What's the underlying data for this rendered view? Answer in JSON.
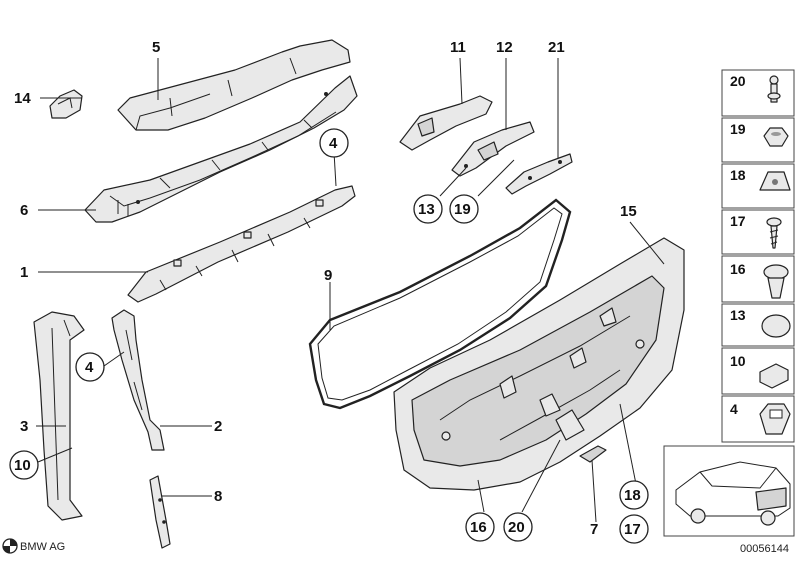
{
  "callouts": {
    "n1": "1",
    "n2": "2",
    "n3": "3",
    "n4a": "4",
    "n4b": "4",
    "n5": "5",
    "n6": "6",
    "n7": "7",
    "n8": "8",
    "n9": "9",
    "n10": "10",
    "n11": "11",
    "n12": "12",
    "n13": "13",
    "n14": "14",
    "n15": "15",
    "n16": "16",
    "n17": "17",
    "n18": "18",
    "n19": "19",
    "n20": "20",
    "n21": "21"
  },
  "legend": [
    "20",
    "19",
    "18",
    "17",
    "16",
    "13",
    "10",
    "4"
  ],
  "footer": {
    "logo": "BMW AG",
    "diagram_id": "00056144"
  }
}
